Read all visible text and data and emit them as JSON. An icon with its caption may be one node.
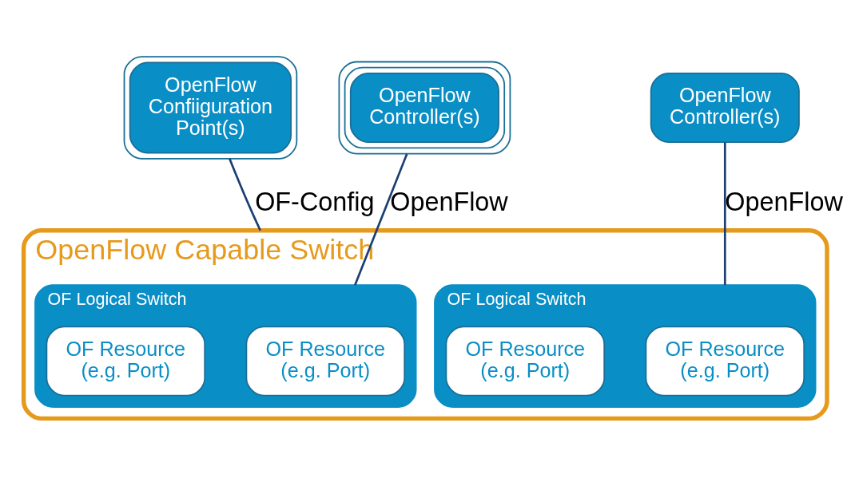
{
  "diagram": {
    "nodes": [
      {
        "text": [
          "OpenFlow Confiiguration Point(s)"
        ]
      },
      {
        "text": [
          "OpenFlow Controller(s)"
        ]
      },
      {
        "text": [
          "OpenFlow Controller(s)"
        ]
      },
      {
        "text": [
          "OpenFlow Capable Switch"
        ]
      },
      {
        "text": [
          "OF Logical Switch"
        ],
        "in": 3
      },
      {
        "text": [
          "OF Resource (e.g. Port)"
        ],
        "in": 4
      },
      {
        "text": [
          "OF Resource (e.g. Port)"
        ],
        "in": 4
      },
      {
        "text": [
          "OF Logical Switch"
        ],
        "in": 3
      },
      {
        "text": [
          "OF Resource (e.g. Port)"
        ],
        "in": 7
      },
      {
        "text": [
          "OF Resource (e.g. Port)"
        ],
        "in": 7
      }
    ],
    "edges": [
      {
        "from": 0,
        "to": 3,
        "arrow": "none",
        "label": "OF-Config"
      },
      {
        "from": 1,
        "to": 4,
        "arrow": "none",
        "label": "OpenFlow"
      },
      {
        "from": 2,
        "to": 7,
        "arrow": "none",
        "label": "OpenFlow"
      }
    ]
  }
}
